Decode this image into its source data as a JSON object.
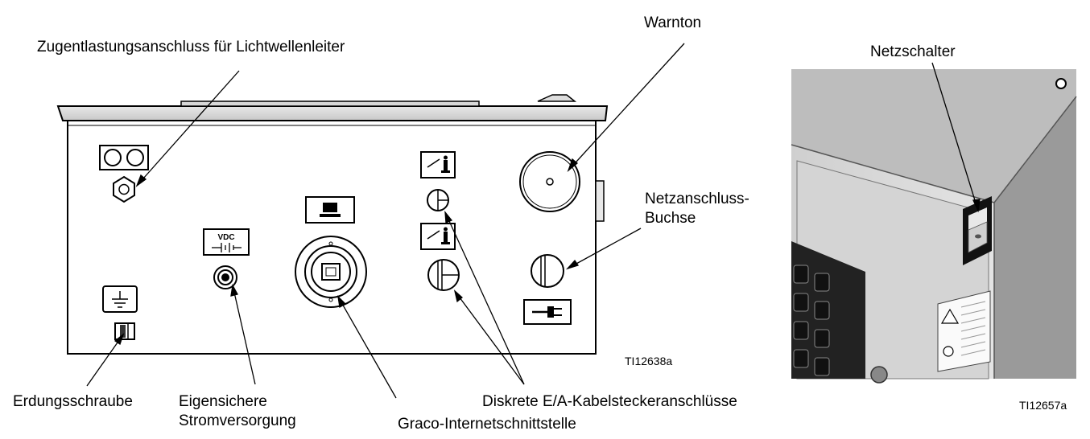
{
  "labels": {
    "strain_relief": "Zugentlastungsanschluss für Lichtwellenleiter",
    "alarm": "Warnton",
    "power_switch": "Netzschalter",
    "power_socket_line1": "Netzanschluss-",
    "power_socket_line2": "Buchse",
    "ground_screw": "Erdungsschraube",
    "is_power_line1": "Eigensichere",
    "is_power_line2": "Stromversorgung",
    "discrete_io": "Diskrete E/A-Kabelsteckeranschlüsse",
    "graco_internet": "Graco-Internetschnittstelle"
  },
  "figure_codes": {
    "left": "TI12638a",
    "right": "TI12657a"
  },
  "panel_marks": {
    "vdc": "VDC"
  },
  "icons": [
    "fiber-optic-icon",
    "ground-icon",
    "vdc-battery-icon",
    "computer-icon",
    "light-tower-icon",
    "power-plug-icon"
  ]
}
